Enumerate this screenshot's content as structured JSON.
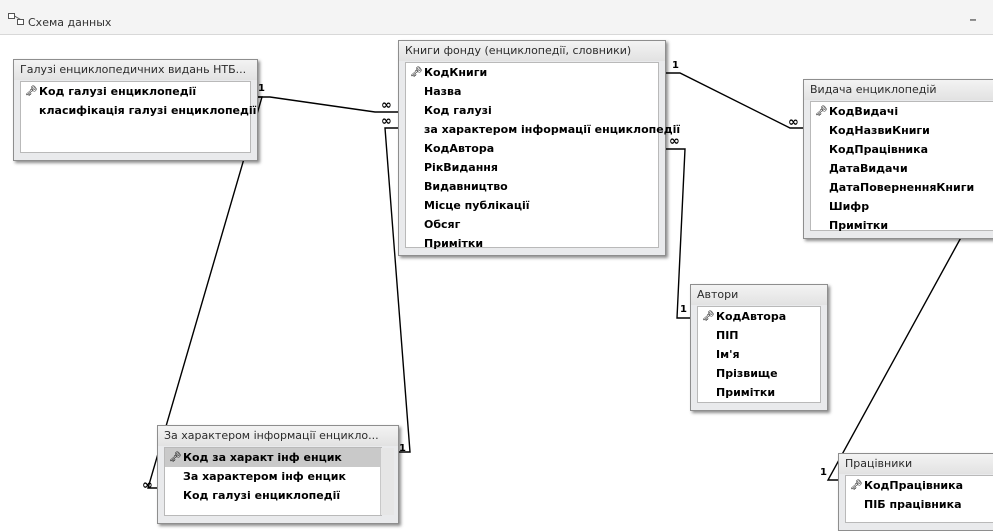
{
  "window": {
    "title": "Схема данных",
    "minimize_label": "–"
  },
  "tables": {
    "galuzi": {
      "title": "Галузі енциклопедичних видань НТБ...",
      "fields": [
        {
          "label": "Код галузі енциклопедії",
          "key": true
        },
        {
          "label": "класифікація галузі енциклопедії",
          "key": false
        }
      ]
    },
    "knygy": {
      "title": "Книги фонду (енциклопедії, словники)",
      "fields": [
        {
          "label": "КодКниги",
          "key": true
        },
        {
          "label": "Назва",
          "key": false
        },
        {
          "label": "Код галузі",
          "key": false
        },
        {
          "label": "за характером інформації енциклопедії",
          "key": false
        },
        {
          "label": "КодАвтора",
          "key": false
        },
        {
          "label": "РікВидання",
          "key": false
        },
        {
          "label": "Видавництво",
          "key": false
        },
        {
          "label": "Місце публікації",
          "key": false
        },
        {
          "label": "Обсяг",
          "key": false
        },
        {
          "label": "Примітки",
          "key": false
        }
      ]
    },
    "vydacha": {
      "title": "Видача енциклопедій",
      "fields": [
        {
          "label": "КодВидачі",
          "key": true
        },
        {
          "label": "КодНазвиКниги",
          "key": false
        },
        {
          "label": "КодПрацівника",
          "key": false
        },
        {
          "label": "ДатаВидачи",
          "key": false
        },
        {
          "label": "ДатаПоверненняКниги",
          "key": false
        },
        {
          "label": "Шифр",
          "key": false
        },
        {
          "label": "Примітки",
          "key": false
        }
      ]
    },
    "avtory": {
      "title": "Автори",
      "fields": [
        {
          "label": "КодАвтора",
          "key": true
        },
        {
          "label": "ПІП",
          "key": false
        },
        {
          "label": "Ім'я",
          "key": false
        },
        {
          "label": "Прізвище",
          "key": false
        },
        {
          "label": "Примітки",
          "key": false
        }
      ]
    },
    "kharakter": {
      "title": "За характером інформації енцикло...",
      "fields": [
        {
          "label": "Код за характ інф енцик",
          "key": true,
          "selected": true
        },
        {
          "label": "За характером інф енцик",
          "key": false
        },
        {
          "label": "Код галузі енциклопедії",
          "key": false
        }
      ]
    },
    "pratsivnyky": {
      "title": "Працівники",
      "fields": [
        {
          "label": "КодПрацівника",
          "key": true
        },
        {
          "label": "ПІБ працівника",
          "key": false
        }
      ]
    }
  },
  "cardinality": {
    "one": "1",
    "many": "∞"
  },
  "icons": {
    "window": "relationships-icon",
    "key": "key-icon"
  }
}
